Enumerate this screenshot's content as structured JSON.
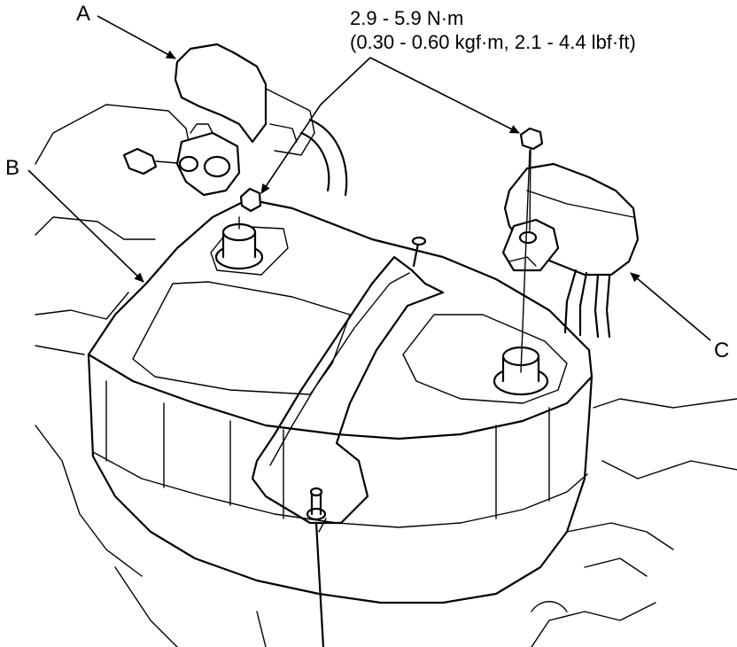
{
  "callouts": {
    "a": "A",
    "b": "B",
    "c": "C"
  },
  "torque": {
    "line1": "2.9 - 5.9 N·m",
    "line2": "(0.30 - 0.60 kgf·m, 2.1 - 4.4 lbf·ft)"
  }
}
